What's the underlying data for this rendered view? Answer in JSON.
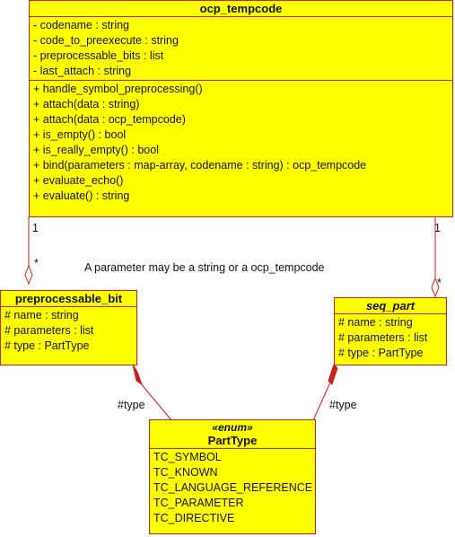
{
  "classes": {
    "ocp_tempcode": {
      "name": "ocp_tempcode",
      "attributes": [
        "- codename : string",
        "- code_to_preexecute : string",
        "- preprocessable_bits : list",
        "- last_attach : string"
      ],
      "operations": [
        "+ handle_symbol_preprocessing()",
        "+ attach(data : string)",
        "+ attach(data : ocp_tempcode)",
        "+ is_empty() : bool",
        "+ is_really_empty() : bool",
        "+ bind(parameters : map-array, codename : string) : ocp_tempcode",
        "+ evaluate_echo()",
        "+ evaluate() : string"
      ]
    },
    "preprocessable_bit": {
      "name": "preprocessable_bit",
      "attributes": [
        "# name : string",
        "# parameters : list",
        "# type : PartType"
      ]
    },
    "seq_part": {
      "name": "seq_part",
      "attributes": [
        "# name : string",
        "# parameters : list",
        "# type : PartType"
      ]
    },
    "PartType": {
      "stereotype": "«enum»",
      "name": "PartType",
      "literals": [
        "TC_SYMBOL",
        "TC_KNOWN",
        "TC_LANGUAGE_REFERENCE",
        "TC_PARAMETER",
        "TC_DIRECTIVE"
      ]
    }
  },
  "labels": {
    "left_one": "1",
    "right_one": "1",
    "left_many": "*",
    "right_many": "*",
    "note": "A parameter may be a string or a ocp_tempcode",
    "left_type": "#type",
    "right_type": "#type"
  },
  "colors": {
    "fill": "#ffff00",
    "border": "#cc1f1f"
  }
}
